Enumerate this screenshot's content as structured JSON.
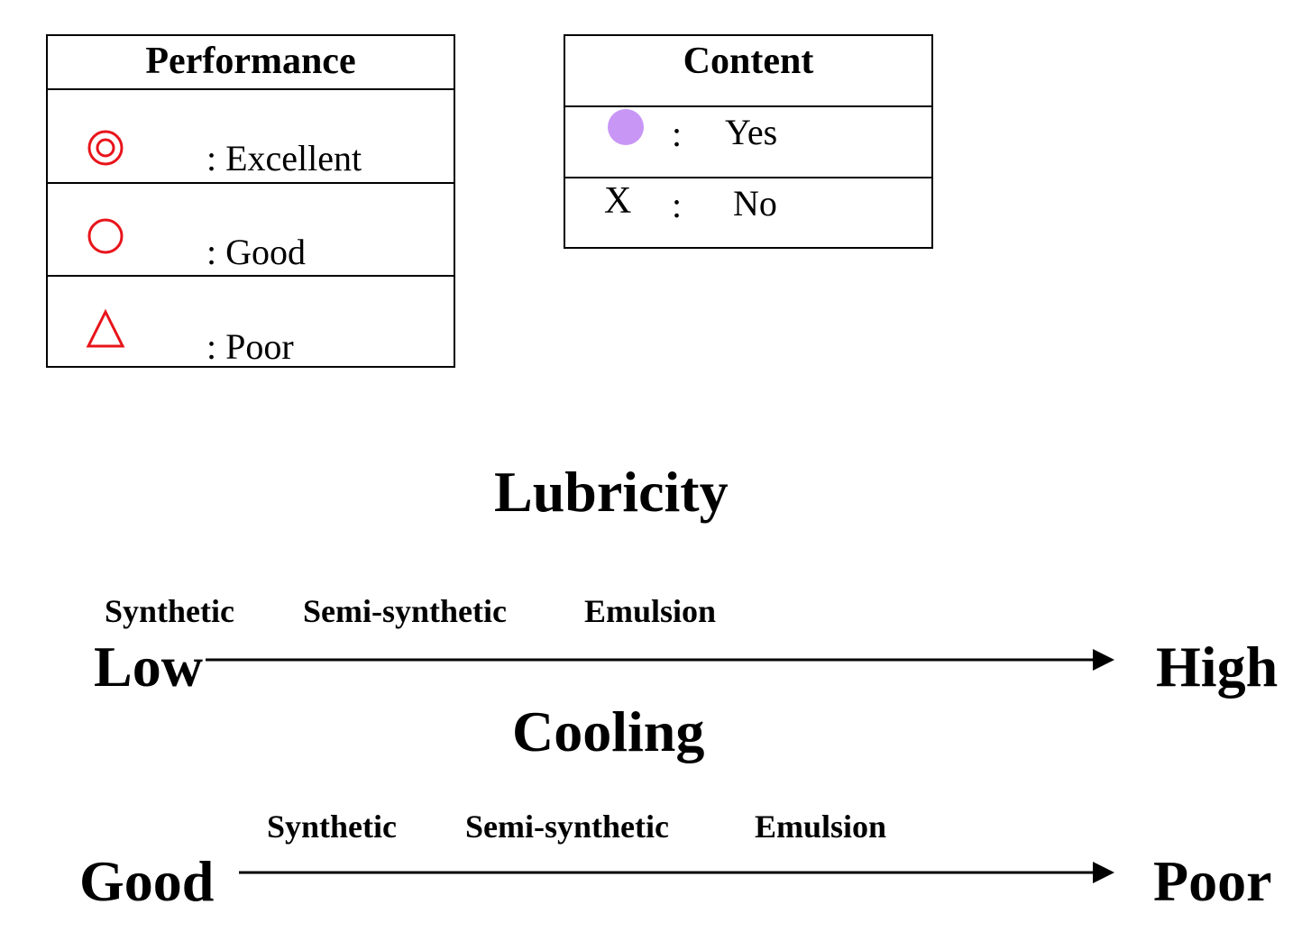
{
  "performance_legend": {
    "header": "Performance",
    "items": [
      {
        "symbol": "double-circle-icon",
        "label": ": Excellent"
      },
      {
        "symbol": "circle-icon",
        "label": ": Good"
      },
      {
        "symbol": "triangle-icon",
        "label": ": Poor"
      }
    ],
    "symbol_color": "#e8141b"
  },
  "content_legend": {
    "header": "Content",
    "items": [
      {
        "symbol": "filled-dot-icon",
        "colon": ":",
        "label": "Yes"
      },
      {
        "symbol_text": "X",
        "colon": ":",
        "label": "No"
      }
    ],
    "dot_color": "#c896f5"
  },
  "lubricity_scale": {
    "title": "Lubricity",
    "low_label": "Low",
    "high_label": "High",
    "categories": [
      "Synthetic",
      "Semi-synthetic",
      "Emulsion"
    ]
  },
  "cooling_scale": {
    "title": "Cooling",
    "left_label": "Good",
    "right_label": "Poor",
    "categories": [
      "Synthetic",
      "Semi-synthetic",
      "Emulsion"
    ]
  }
}
